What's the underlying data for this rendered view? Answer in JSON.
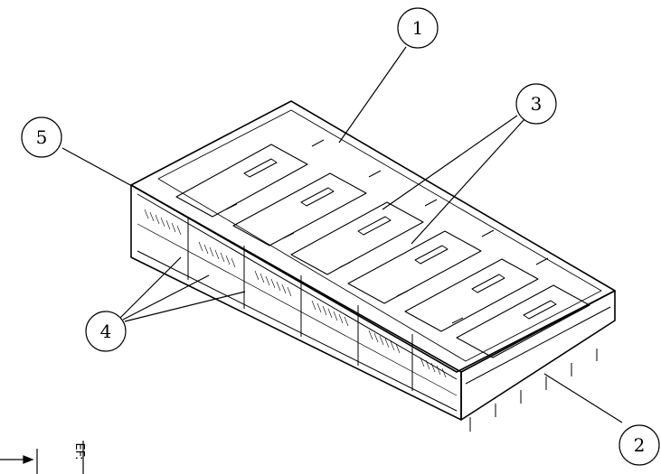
{
  "drawing": {
    "line_color": "#000000",
    "background": "#ffffff"
  },
  "callouts": [
    {
      "id": "1",
      "label": "1"
    },
    {
      "id": "2",
      "label": "2"
    },
    {
      "id": "3",
      "label": "3"
    },
    {
      "id": "4",
      "label": "4"
    },
    {
      "id": "5",
      "label": "5"
    }
  ],
  "edge_fragment": {
    "text": "EF:"
  }
}
